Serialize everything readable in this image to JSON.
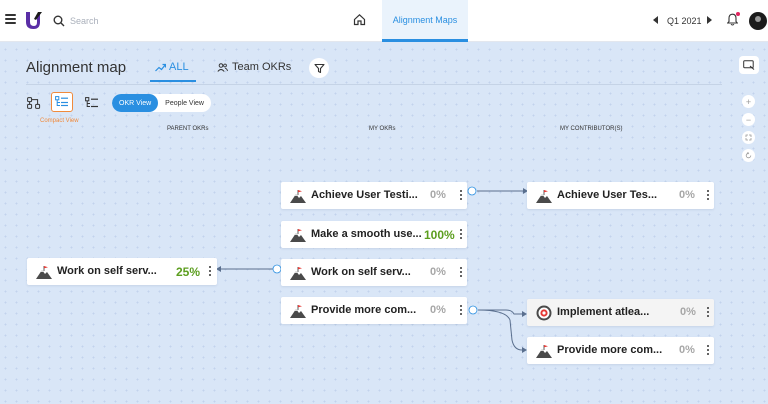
{
  "topbar": {
    "search_placeholder": "Search",
    "active_tab": "Alignment Maps",
    "quarter": "Q1 2021"
  },
  "page": {
    "title": "Alignment map",
    "tabs": [
      {
        "label": "ALL",
        "active": true
      },
      {
        "label": "Team OKRs",
        "active": false
      }
    ],
    "compact_view_label": "Compact View",
    "view_toggle": {
      "okr": "OKR View",
      "people": "People View",
      "selected": "OKR View"
    }
  },
  "columns": {
    "parent": "PARENT OKRs",
    "mine": "MY OKRs",
    "contributors": "MY CONTRIBUTOR(S)"
  },
  "cards": {
    "parent_1": {
      "title": "Work on self serv...",
      "progress": "25%"
    },
    "my_1": {
      "title": "Achieve User Testi...",
      "progress": "0%"
    },
    "my_2": {
      "title": "Make a smooth use...",
      "progress": "100%"
    },
    "my_3": {
      "title": "Work on self serv...",
      "progress": "0%"
    },
    "my_4": {
      "title": "Provide more com...",
      "progress": "0%"
    },
    "contrib_1": {
      "title": "Achieve User Tes...",
      "progress": "0%"
    },
    "contrib_2": {
      "title": "Implement atlea...",
      "progress": "0%"
    },
    "contrib_3": {
      "title": "Provide more com...",
      "progress": "0%"
    }
  },
  "colors": {
    "accent": "#2a8fe1",
    "progress_done": "#5c9e1f",
    "progress_zero": "#a7a7a7",
    "compact_highlight": "#f08a3c"
  }
}
